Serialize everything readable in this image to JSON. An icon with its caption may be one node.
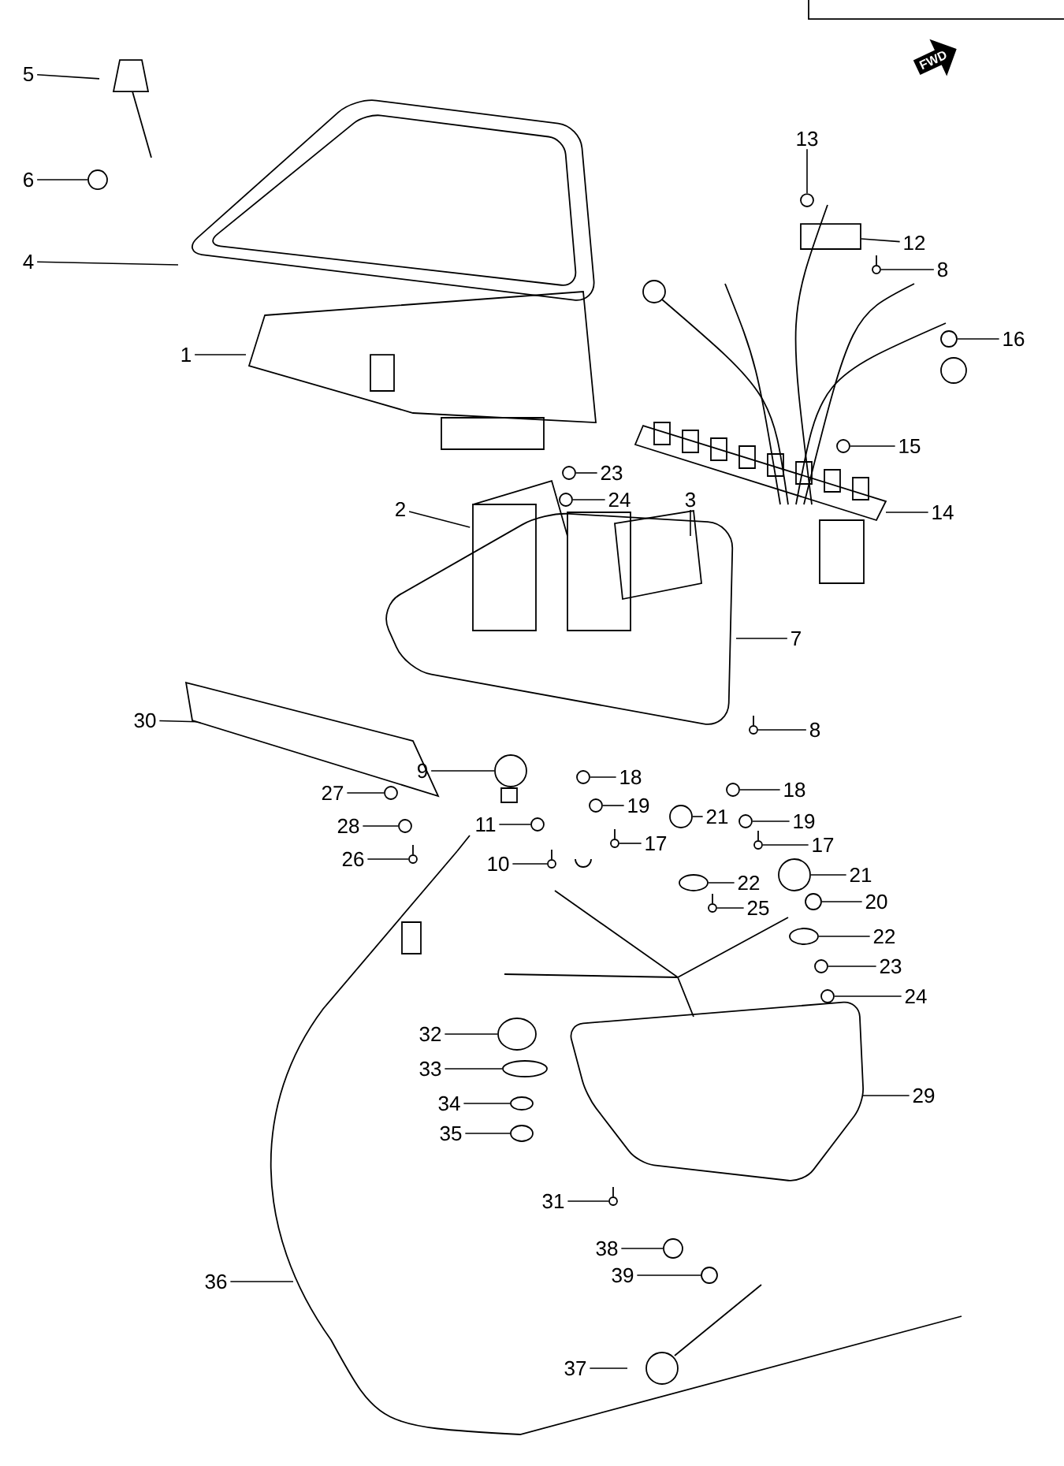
{
  "diagram": {
    "nodes": [
      {
        "text": [
          "5"
        ]
      },
      {
        "text": [
          "6"
        ]
      },
      {
        "text": [
          "4"
        ]
      },
      {
        "text": [
          "1"
        ]
      },
      {
        "text": [
          "13"
        ]
      },
      {
        "text": [
          "12"
        ]
      },
      {
        "text": [
          "8"
        ]
      },
      {
        "text": [
          "16"
        ]
      },
      {
        "text": [
          "15"
        ]
      },
      {
        "text": [
          "23"
        ]
      },
      {
        "text": [
          "24"
        ]
      },
      {
        "text": [
          "2"
        ]
      },
      {
        "text": [
          "3"
        ]
      },
      {
        "text": [
          "14"
        ]
      },
      {
        "text": [
          "7"
        ]
      },
      {
        "text": [
          "30"
        ]
      },
      {
        "text": [
          "8"
        ]
      },
      {
        "text": [
          "9"
        ]
      },
      {
        "text": [
          "18"
        ]
      },
      {
        "text": [
          "27"
        ]
      },
      {
        "text": [
          "18"
        ]
      },
      {
        "text": [
          "28"
        ]
      },
      {
        "text": [
          "19"
        ]
      },
      {
        "text": [
          "21"
        ]
      },
      {
        "text": [
          "11"
        ]
      },
      {
        "text": [
          "19"
        ]
      },
      {
        "text": [
          "17"
        ]
      },
      {
        "text": [
          "17"
        ]
      },
      {
        "text": [
          "26"
        ]
      },
      {
        "text": [
          "10"
        ]
      },
      {
        "text": [
          "21"
        ]
      },
      {
        "text": [
          "22"
        ]
      },
      {
        "text": [
          "25"
        ]
      },
      {
        "text": [
          "20"
        ]
      },
      {
        "text": [
          "22"
        ]
      },
      {
        "text": [
          "23"
        ]
      },
      {
        "text": [
          "24"
        ]
      },
      {
        "text": [
          "32"
        ]
      },
      {
        "text": [
          "33"
        ]
      },
      {
        "text": [
          "29"
        ]
      },
      {
        "text": [
          "34"
        ]
      },
      {
        "text": [
          "35"
        ]
      },
      {
        "text": [
          "31"
        ]
      },
      {
        "text": [
          "36"
        ]
      },
      {
        "text": [
          "38"
        ]
      },
      {
        "text": [
          "39"
        ]
      },
      {
        "text": [
          "37"
        ]
      },
      {
        "text": [],
        "shape": "circle"
      },
      {
        "text": [],
        "shape": "circle"
      },
      {
        "text": [],
        "shape": "screw"
      },
      {
        "text": [],
        "shape": "circle"
      },
      {
        "text": [],
        "shape": "circle"
      },
      {
        "text": [],
        "shape": "circle"
      },
      {
        "text": [],
        "shape": "circle"
      },
      {
        "text": [],
        "shape": "screw"
      },
      {
        "text": [],
        "shape": "circle"
      },
      {
        "text": [],
        "shape": "circle"
      },
      {
        "text": [],
        "shape": "circle"
      },
      {
        "text": [],
        "shape": "circle"
      },
      {
        "text": [],
        "shape": "circle"
      },
      {
        "text": [],
        "shape": "circle"
      },
      {
        "text": [],
        "shape": "circle"
      },
      {
        "text": [],
        "shape": "circle"
      },
      {
        "text": [],
        "shape": "circle"
      },
      {
        "text": [],
        "shape": "screw"
      },
      {
        "text": [],
        "shape": "screw"
      },
      {
        "text": [],
        "shape": "screw"
      },
      {
        "text": [],
        "shape": "screw"
      },
      {
        "text": [],
        "shape": "circle"
      },
      {
        "text": [],
        "shape": "circle"
      },
      {
        "text": [],
        "shape": "screw"
      },
      {
        "text": [],
        "shape": "circle"
      },
      {
        "text": [],
        "shape": "circle"
      },
      {
        "text": [],
        "shape": "circle"
      },
      {
        "text": [],
        "shape": "circle"
      },
      {
        "text": [],
        "shape": "circle"
      },
      {
        "text": [],
        "shape": "circle"
      },
      {
        "text": [],
        "shape": "circle"
      },
      {
        "text": [],
        "shape": "circle"
      },
      {
        "text": [],
        "shape": "screw"
      },
      {
        "text": [],
        "shape": "circle"
      },
      {
        "text": [],
        "shape": "circle"
      },
      {
        "text": [],
        "shape": "box"
      }
    ],
    "edges": [
      {
        "from": 0,
        "to": null,
        "arrow": "none"
      },
      {
        "from": 1,
        "to": 47,
        "arrow": "none"
      },
      {
        "from": 2,
        "to": null,
        "arrow": "none"
      },
      {
        "from": 3,
        "to": null,
        "arrow": "none"
      },
      {
        "from": 4,
        "to": 48,
        "arrow": "none"
      },
      {
        "from": 5,
        "to": 82,
        "arrow": "none"
      },
      {
        "from": 6,
        "to": 49,
        "arrow": "none"
      },
      {
        "from": 7,
        "to": 50,
        "arrow": "none"
      },
      {
        "from": 8,
        "to": 51,
        "arrow": "none"
      },
      {
        "from": 9,
        "to": 52,
        "arrow": "none"
      },
      {
        "from": 10,
        "to": 53,
        "arrow": "none"
      },
      {
        "from": 11,
        "to": null,
        "arrow": "none"
      },
      {
        "from": 12,
        "to": null,
        "arrow": "none"
      },
      {
        "from": 13,
        "to": null,
        "arrow": "none"
      },
      {
        "from": 14,
        "to": null,
        "arrow": "none"
      },
      {
        "from": 15,
        "to": null,
        "arrow": "none"
      },
      {
        "from": 16,
        "to": 54,
        "arrow": "none"
      },
      {
        "from": 17,
        "to": 55,
        "arrow": "none"
      },
      {
        "from": 18,
        "to": 56,
        "arrow": "none"
      },
      {
        "from": 19,
        "to": 57,
        "arrow": "none"
      },
      {
        "from": 20,
        "to": 58,
        "arrow": "none"
      },
      {
        "from": 21,
        "to": 59,
        "arrow": "none"
      },
      {
        "from": 22,
        "to": 60,
        "arrow": "none"
      },
      {
        "from": 23,
        "to": 61,
        "arrow": "none"
      },
      {
        "from": 24,
        "to": 62,
        "arrow": "none"
      },
      {
        "from": 25,
        "to": 63,
        "arrow": "none"
      },
      {
        "from": 26,
        "to": 64,
        "arrow": "none"
      },
      {
        "from": 27,
        "to": 65,
        "arrow": "none"
      },
      {
        "from": 28,
        "to": 66,
        "arrow": "none"
      },
      {
        "from": 29,
        "to": 67,
        "arrow": "none"
      },
      {
        "from": 30,
        "to": 68,
        "arrow": "none"
      },
      {
        "from": 31,
        "to": 69,
        "arrow": "none"
      },
      {
        "from": 32,
        "to": 70,
        "arrow": "none"
      },
      {
        "from": 33,
        "to": 71,
        "arrow": "none"
      },
      {
        "from": 34,
        "to": 72,
        "arrow": "none"
      },
      {
        "from": 35,
        "to": 73,
        "arrow": "none"
      },
      {
        "from": 36,
        "to": 74,
        "arrow": "none"
      },
      {
        "from": 37,
        "to": 75,
        "arrow": "none"
      },
      {
        "from": 38,
        "to": 76,
        "arrow": "none"
      },
      {
        "from": 39,
        "to": null,
        "arrow": "none"
      },
      {
        "from": 40,
        "to": 77,
        "arrow": "none"
      },
      {
        "from": 41,
        "to": 78,
        "arrow": "none"
      },
      {
        "from": 42,
        "to": 79,
        "arrow": "none"
      },
      {
        "from": 43,
        "to": null,
        "arrow": "none"
      },
      {
        "from": 44,
        "to": 80,
        "arrow": "none"
      },
      {
        "from": 45,
        "to": 81,
        "arrow": "none"
      },
      {
        "from": 46,
        "to": null,
        "arrow": "none"
      }
    ],
    "labels": [
      "FWD"
    ]
  }
}
